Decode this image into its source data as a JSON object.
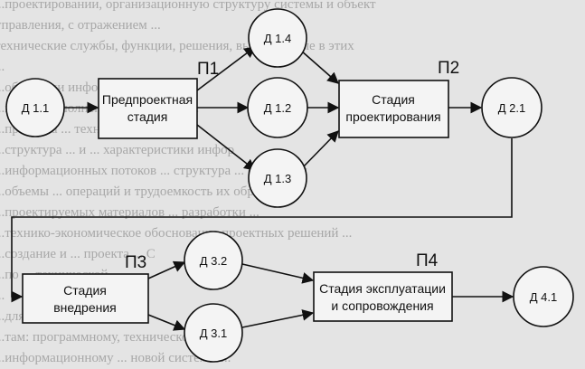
{
  "background_text": [
    "...проектировании, организационную структуру системы и объект",
    "управления, с отражением ... ",
    "технические службы, функции, решения, выполняемые в этих",
    "...",
    "...обработки информации ...",
    "...ввод и выполнения ... хранения ...",
    "...процесса ... технические ...",
    "...структура ... и ... характеристики инфор",
    "...информационных потоков ... структура ... обработки",
    "...объемы ... операций и трудоемкость их обработки",
    "...проектируемых материалов ... разработки ...",
    "...технико-экономическое обоснование проектных решений ...",
    "...создание и ... проекта ... С",
    "...по ... технической ... ",
    "...",
    "...для переработки ... ",
    "...там: программному, техническому ...",
    "...информационному ... новой системы ..."
  ],
  "stages": {
    "p1": {
      "tag": "П1",
      "lines": [
        "Предпроектная",
        "стадия"
      ]
    },
    "p2": {
      "tag": "П2",
      "lines": [
        "Стадия",
        "проектирования"
      ]
    },
    "p3": {
      "tag": "П3",
      "lines": [
        "Стадия",
        "внедрения"
      ]
    },
    "p4": {
      "tag": "П4",
      "lines": [
        "Стадия эксплуатации",
        "и сопровождения"
      ]
    }
  },
  "documents": {
    "d11": "Д 1.1",
    "d12": "Д 1.2",
    "d13": "Д 1.3",
    "d14": "Д 1.4",
    "d21": "Д 2.1",
    "d31": "Д 3.1",
    "d32": "Д 3.2",
    "d41": "Д 4.1"
  }
}
